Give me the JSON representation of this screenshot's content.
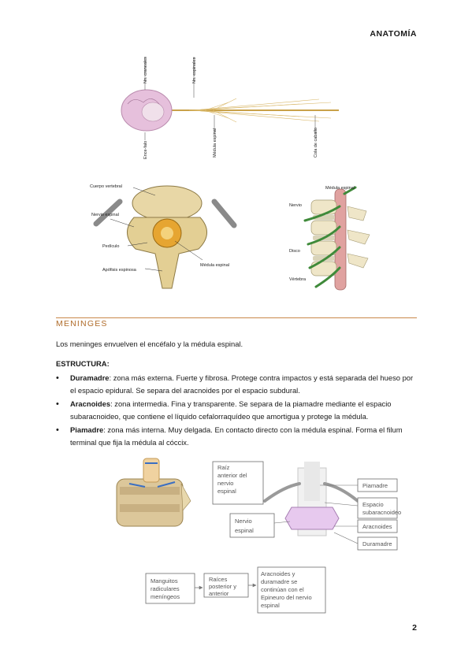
{
  "header": {
    "title": "ANATOMÍA"
  },
  "figure1": {
    "labels": [
      "Nn. craneales",
      "Nn. espinales",
      "Ence-falo",
      "Médula espinal",
      "Cola de caballo"
    ]
  },
  "figure2": {
    "labels": [
      "Cuerpo vertebral",
      "Nervio espinal",
      "Pedículo",
      "Apófisis espinosa",
      "Médula espinal"
    ]
  },
  "figure3": {
    "labels": [
      "Médula espinal",
      "Nervio",
      "Disco",
      "Vértebra"
    ]
  },
  "section": {
    "title": "MENINGES",
    "intro": "Los meninges envuelven el encéfalo y la médula espinal.",
    "structure_label": "ESTRUCTURA:",
    "items": [
      {
        "term": "Duramadre",
        "text": ": zona más externa. Fuerte y fibrosa. Protege contra impactos y está separada del hueso por el espacio epidural. Se separa del aracnoides por el espacio subdural."
      },
      {
        "term": "Aracnoides",
        "text": ": zona intermedia. Fina y transparente. Se separa de la piamadre mediante el espacio subaracnoideo, que contiene el líquido cefalorraquídeo que amortigua y protege la médula."
      },
      {
        "term": "Piamadre",
        "text": ": zona más interna. Muy delgada. En contacto directo con la médula espinal. Forma el filum terminal que fija la médula al cóccix."
      }
    ]
  },
  "figure4": {
    "boxes": [
      "Raíz",
      "anterior del",
      "nervio",
      "espinal",
      "Nervio",
      "espinal",
      "Piamadre",
      "Espacio",
      "subaracnoideo",
      "Aracnoides",
      "Duramadre"
    ]
  },
  "flow": {
    "box1": [
      "Manguitos",
      "radiculares",
      "meníngeos"
    ],
    "box2": [
      "Raíces",
      "posterior y",
      "anterior"
    ],
    "box3": [
      "Aracnoides y",
      "duramadre se",
      "continúan con el",
      "Epineuro del nervio",
      "espinal"
    ]
  },
  "footer": {
    "page_number": "2"
  },
  "colors": {
    "accent": "#b06c2a",
    "rule": "#c9884a",
    "nerve_green": "#3f8a3a"
  }
}
